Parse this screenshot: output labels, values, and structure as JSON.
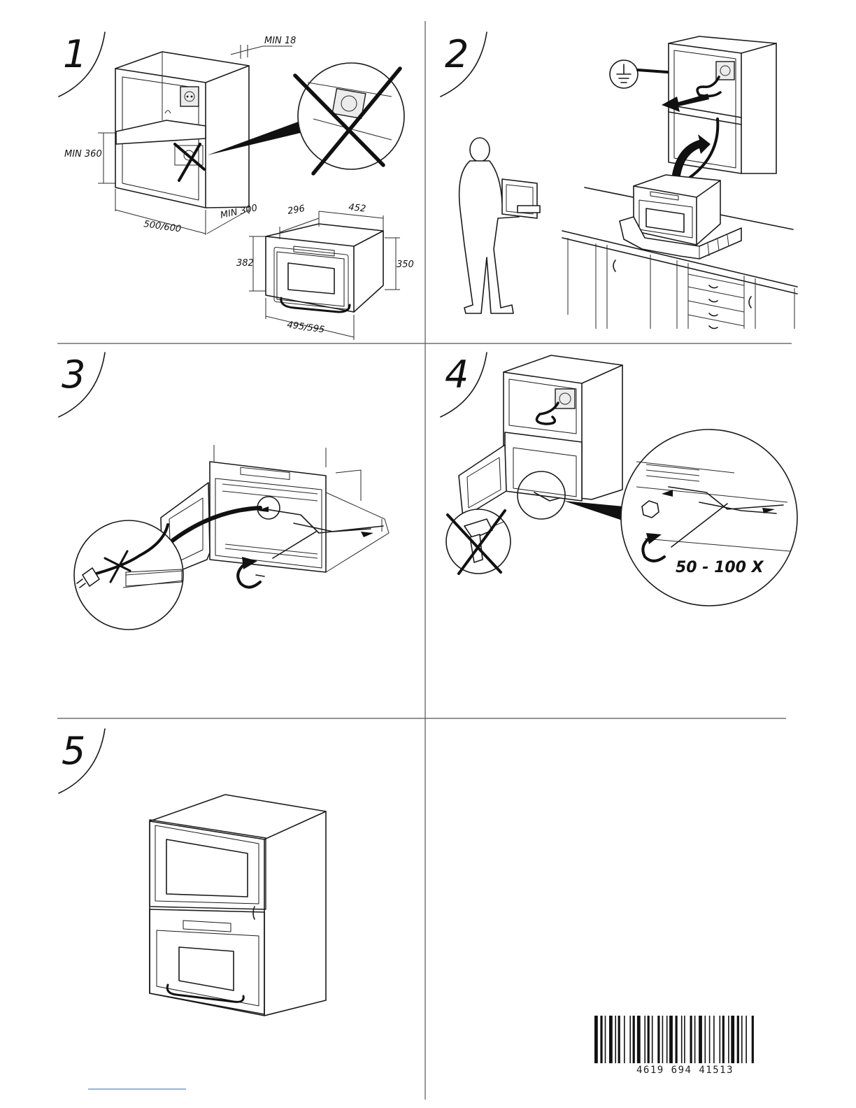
{
  "steps": [
    {
      "number": "1"
    },
    {
      "number": "2"
    },
    {
      "number": "3"
    },
    {
      "number": "4"
    },
    {
      "number": "5"
    }
  ],
  "step1": {
    "dim_min18": "MIN 18",
    "dim_min360": "MIN 360",
    "dim_500_600": "500/600",
    "dim_min300": "MIN 300",
    "dim_296": "296",
    "dim_452": "452",
    "dim_382": "382",
    "dim_350": "350",
    "dim_495_595": "495/595"
  },
  "step4": {
    "turns_label": "50 - 100 X"
  },
  "barcode": {
    "digits": "4619 694 41513"
  }
}
